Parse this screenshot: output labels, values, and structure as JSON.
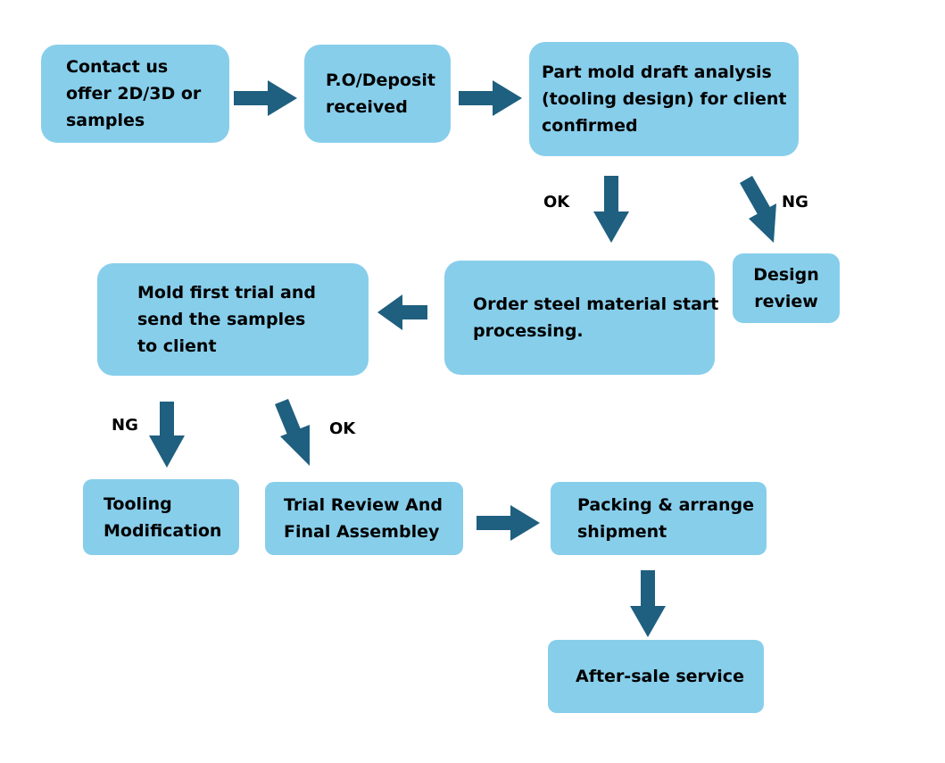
{
  "colors": {
    "box_fill": "#87ceeb",
    "arrow": "#1f5f7f",
    "text": "#000000"
  },
  "nodes": {
    "contact": {
      "lines": [
        "Contact us",
        "offer  2D/3D  or",
        "samples"
      ]
    },
    "po_deposit": {
      "lines": [
        "P.O/Deposit",
        "received"
      ]
    },
    "draft_analysis": {
      "lines": [
        "Part mold draft analysis",
        "(tooling design) for client",
        "confirmed"
      ]
    },
    "design_review": {
      "lines": [
        "Design",
        "review"
      ]
    },
    "order_steel": {
      "lines": [
        "Order steel material start",
        "processing."
      ]
    },
    "mold_first_trial": {
      "lines": [
        "Mold first trial and",
        "send the samples",
        "to client"
      ]
    },
    "tooling_modification": {
      "lines": [
        "Tooling",
        "Modification"
      ]
    },
    "trial_review": {
      "lines": [
        "Trial  Review  And",
        "Final Assembley"
      ]
    },
    "packing": {
      "lines": [
        "Packing & arrange",
        "shipment"
      ]
    },
    "after_sale": {
      "lines": [
        "After-sale service"
      ]
    }
  },
  "edge_labels": {
    "draft_ok": "OK",
    "draft_ng": "NG",
    "trial_ng": "NG",
    "trial_ok": "OK"
  },
  "edges": [
    {
      "from": "contact",
      "to": "po_deposit"
    },
    {
      "from": "po_deposit",
      "to": "draft_analysis"
    },
    {
      "from": "draft_analysis",
      "to": "order_steel",
      "label": "OK"
    },
    {
      "from": "draft_analysis",
      "to": "design_review",
      "label": "NG"
    },
    {
      "from": "order_steel",
      "to": "mold_first_trial"
    },
    {
      "from": "mold_first_trial",
      "to": "tooling_modification",
      "label": "NG"
    },
    {
      "from": "mold_first_trial",
      "to": "trial_review",
      "label": "OK"
    },
    {
      "from": "trial_review",
      "to": "packing"
    },
    {
      "from": "packing",
      "to": "after_sale"
    }
  ]
}
